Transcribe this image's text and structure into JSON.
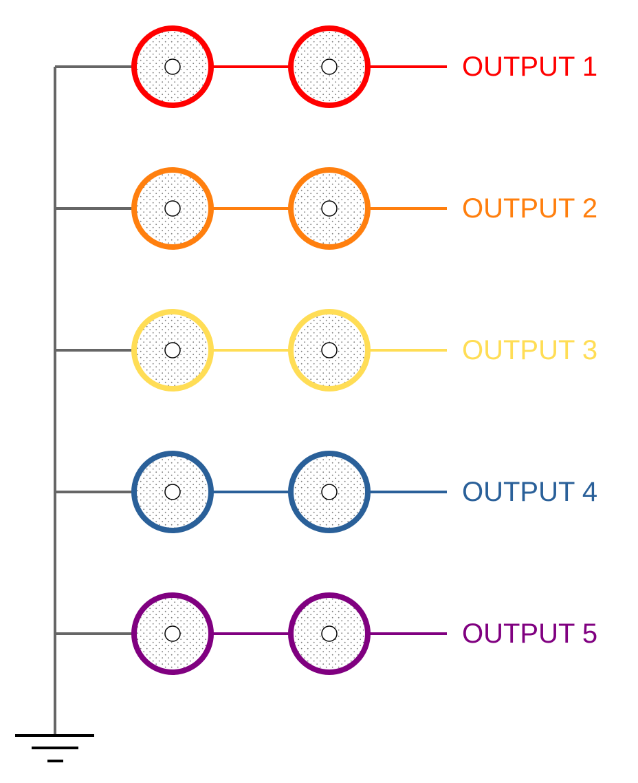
{
  "diagram": {
    "ground_color": "#666666",
    "outputs": [
      {
        "label": "OUTPUT 1",
        "color": "#ff0000"
      },
      {
        "label": "OUTPUT 2",
        "color": "#ff7f0e"
      },
      {
        "label": "OUTPUT 3",
        "color": "#ffdd55"
      },
      {
        "label": "OUTPUT 4",
        "color": "#2a6099"
      },
      {
        "label": "OUTPUT 5",
        "color": "#800080"
      }
    ]
  }
}
